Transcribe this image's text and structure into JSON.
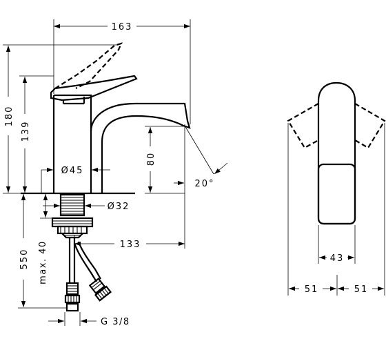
{
  "dimensions": {
    "overall_width": "163",
    "total_height": "180",
    "spout_height_lever": "139",
    "spout_outlet_height": "80",
    "body_diameter": "Ø45",
    "shank_diameter": "Ø32",
    "spout_reach": "133",
    "swivel_angle": "20°",
    "hose_length": "550",
    "max_counter_thickness": "max. 40",
    "connection_thread": "G 3/8",
    "lever_width": "43",
    "lever_swing_left": "51",
    "lever_swing_right": "51"
  }
}
